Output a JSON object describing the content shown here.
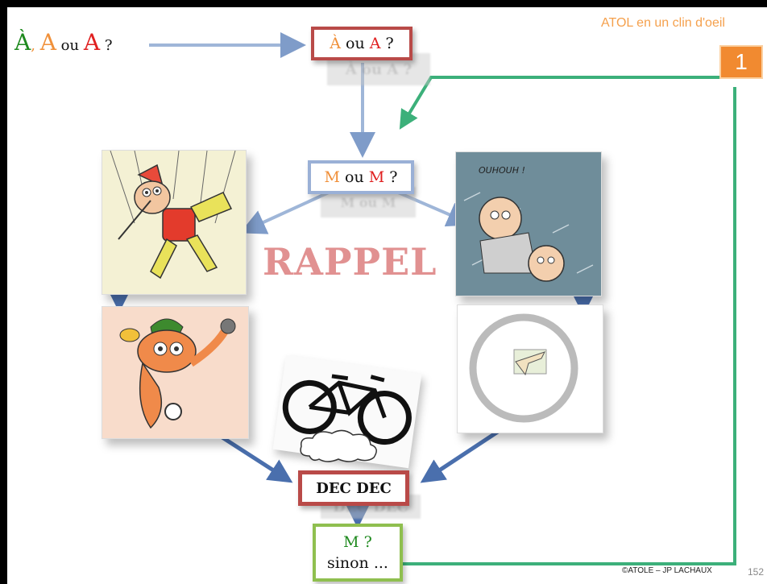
{
  "header": {
    "series_title": "ATOL en un clin d'oeil",
    "page_badge": "1"
  },
  "title": {
    "a_grave": "À",
    "sep": ",",
    "a_orange": "A",
    "or": "ou",
    "a_red": "A",
    "question": "?"
  },
  "nodes": {
    "a_or_a": {
      "left": "À",
      "or": "ou",
      "right": "A",
      "q": "?",
      "reflection": "À ou A ?"
    },
    "m_or_m": {
      "left": "M",
      "or": "ou",
      "right": "M",
      "q": "?",
      "reflection": "M ou M"
    },
    "dec_dec": {
      "label": "DEC DEC",
      "reflection": "DEC DEC"
    },
    "m_sinon": {
      "line1_m": "M",
      "line1_q": "?",
      "line2": "sinon ..."
    }
  },
  "watermark": "RAPPEL",
  "tiles": {
    "surprised_text": "OUHOUH !"
  },
  "footer": {
    "copyright": "©ATOLE – JP LACHAUX",
    "page_number": "152"
  },
  "colors": {
    "orange": "#f0903a",
    "red": "#e02020",
    "green": "#1f8a1f",
    "arrow_blue": "#4a6fad",
    "arrow_light": "#9fb6d8",
    "feedback_green": "#3cb07a",
    "box_red_border": "#b94a48",
    "box_blue_border": "#9ab0d6",
    "box_green_border": "#8fbf4f",
    "badge_orange": "#f18a30"
  }
}
